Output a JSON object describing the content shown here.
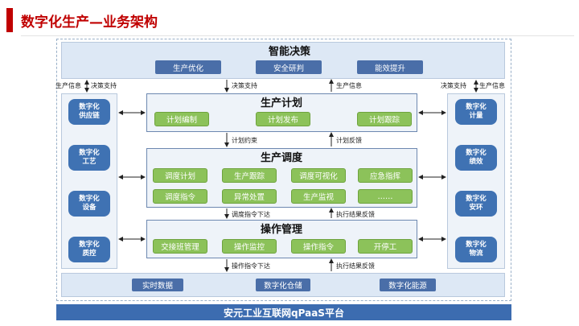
{
  "header": {
    "title": "数字化生产—业务架构"
  },
  "decision": {
    "title": "智能决策",
    "items": [
      "生产优化",
      "安全研判",
      "能效提升"
    ]
  },
  "plan": {
    "title": "生产计划",
    "items": [
      "计划编制",
      "计划发布",
      "计划跟踪"
    ]
  },
  "dispatch": {
    "title": "生产调度",
    "row1": [
      "调度计划",
      "生产跟踪",
      "调度可视化",
      "应急指挥"
    ],
    "row2": [
      "调度指令",
      "异常处置",
      "生产监视",
      "……"
    ]
  },
  "operation": {
    "title": "操作管理",
    "items": [
      "交接班管理",
      "操作监控",
      "操作指令",
      "开停工"
    ]
  },
  "data_layer": {
    "items": [
      "实时数据",
      "数字化仓储",
      "数字化能源"
    ]
  },
  "left_column": {
    "items": [
      "数字化\n供应链",
      "数字化\n工艺",
      "数字化\n设备",
      "数字化\n质控"
    ]
  },
  "right_column": {
    "items": [
      "数字化\n计量",
      "数字化\n绩效",
      "数字化\n安环",
      "数字化\n物流"
    ]
  },
  "flow_labels": {
    "top_left_info": "生产信息",
    "top_left_support": "决策支持",
    "top_right_support": "决策支持",
    "top_right_info": "生产信息",
    "mid_support": "决策支持",
    "mid_info": "生产信息",
    "plan_constraint": "计划约束",
    "plan_feedback": "计划反馈",
    "dispatch_down": "调度指令下达",
    "dispatch_feedback": "执行结果反馈",
    "operate_down": "操作指令下达",
    "operate_feedback": "执行结果反馈"
  },
  "platform": {
    "title": "安元工业互联网qPaaS平台"
  },
  "colors": {
    "accent_red": "#c00000",
    "blue": "#3f72b3",
    "green": "#8cc25a",
    "band": "#dde8f5"
  }
}
